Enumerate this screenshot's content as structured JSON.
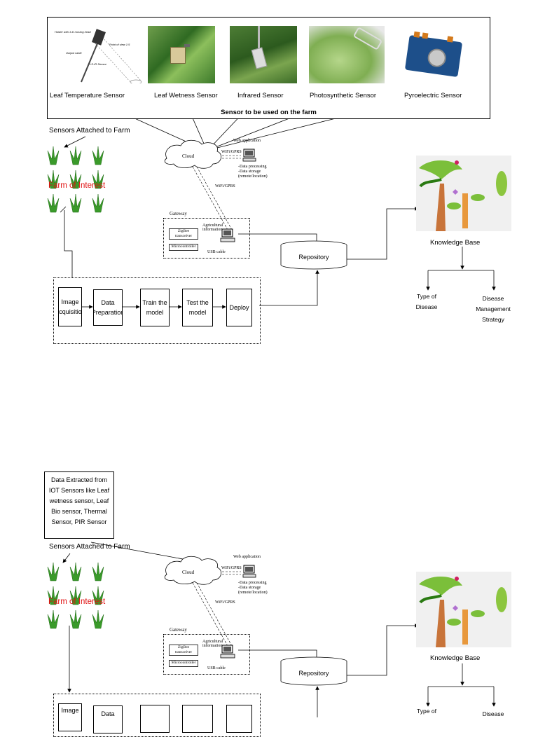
{
  "top_diagram": {
    "sensors": [
      {
        "label": "Leaf Temperature Sensor",
        "icon": "leaf-temperature-sensor-photo"
      },
      {
        "label": "Leaf Wetness Sensor",
        "icon": "leaf-wetness-sensor-photo"
      },
      {
        "label": "Infrared Sensor",
        "icon": "infrared-sensor-photo"
      },
      {
        "label": "Photosynthetic Sensor",
        "icon": "photosynthetic-sensor-photo"
      },
      {
        "label": "Pyroelectric Sensor",
        "icon": "pyroelectric-sensor-photo"
      }
    ],
    "sensors_title": "Sensor to be used on the farm",
    "sensors_attached": "Sensors Attached to Farm",
    "farm_label": "Farm of Interest",
    "network": {
      "cloud": "Cloud",
      "web_application": "Web application",
      "wifi_gprs_top": "WiFi/GPRS",
      "data_processing": "-Data processing",
      "data_storage": "-Data storage",
      "remote": "(remote/location)",
      "wifi_gprs_vertical": "WiFi/GPRS",
      "gateway": "Gateway",
      "zigbee": "ZigBee transceiver",
      "agricultural_information": "Agricultural information",
      "microcontroller": "Microcontroller",
      "usb_cable": "USB cable"
    },
    "repository": "Repository",
    "knowledge_base": "Knowledge Base",
    "outputs": {
      "type_of_disease": "Type of Disease",
      "disease_management": "Disease Management Strategy"
    },
    "pipeline": [
      {
        "label": "Image Acquisition"
      },
      {
        "label": "Data Preparation"
      },
      {
        "label": "Train the model"
      },
      {
        "label": "Test the model"
      },
      {
        "label": "Deploy"
      }
    ]
  },
  "bottom_diagram": {
    "data_note": "Data Extracted from IOT Sensors like Leaf wetness sensor, Leaf Bio sensor, Thermal Sensor, PIR Sensor",
    "sensors_attached": "Sensors Attached to Farm",
    "farm_label": "Farm of Interest",
    "network": {
      "cloud": "Cloud",
      "web_application": "Web application",
      "wifi_gprs_top": "WiFi/GPRS",
      "data_processing": "-Data processing",
      "data_storage": "-Data storage",
      "remote": "(remote/location)",
      "wifi_gprs_vertical": "WiFi/GPRS",
      "gateway": "Gateway",
      "zigbee": "ZigBee transceiver",
      "agricultural_information": "Agricultural information",
      "microcontroller": "Microcontroller",
      "usb_cable": "USB cable"
    },
    "repository": "Repository",
    "knowledge_base": "Knowledge Base",
    "outputs": {
      "type_of_disease": "Type of",
      "disease_management": "Disease"
    },
    "pipeline": [
      {
        "label": "Image"
      },
      {
        "label": "Data"
      },
      {
        "label": ""
      },
      {
        "label": ""
      },
      {
        "label": ""
      }
    ]
  },
  "colors": {
    "farm_label": "#e01010",
    "plant_green": "#3a9a2a",
    "tree_trunk": "#c8743a"
  }
}
